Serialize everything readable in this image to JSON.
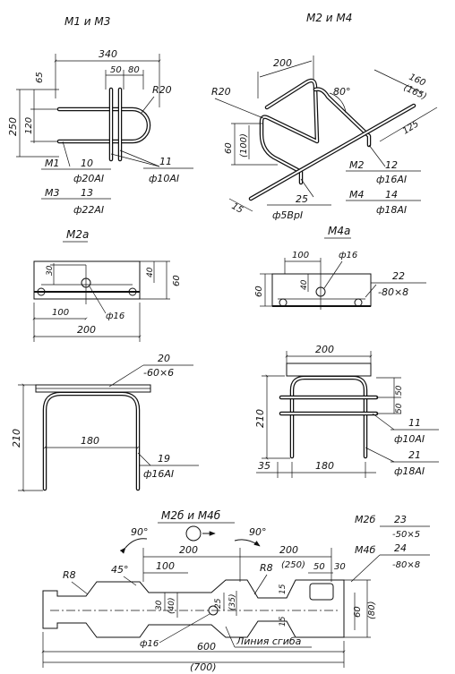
{
  "titles": {
    "m1m3": "М1 и М3",
    "m2m4": "М2 и М4",
    "m2a": "М2а",
    "m4a": "М4а",
    "m2b_m4b": "М2б и М4б"
  },
  "m1m3": {
    "dims": {
      "d340": "340",
      "d50": "50",
      "d80": "80",
      "d65": "65",
      "d250": "250",
      "d120": "120",
      "r20": "R20"
    },
    "labels": {
      "m1": "М1",
      "m1_pos": "10",
      "m1_bar": "ф20АI",
      "m3": "М3",
      "m3_pos": "13",
      "m3_bar": "ф22АI",
      "pos11": "11",
      "bar11": "ф10АI"
    }
  },
  "m2m4": {
    "dims": {
      "d200": "200",
      "d160": "160",
      "d165": "(165)",
      "a80": "80°",
      "r20": "R20",
      "d60": "60",
      "d100": "(100)",
      "d125": "125",
      "d15": "15"
    },
    "labels": {
      "m2": "М2",
      "m2_pos": "12",
      "m2_bar": "ф16АI",
      "m4": "М4",
      "m4_pos": "14",
      "m4_bar": "ф18АI",
      "pos25": "25",
      "bar25": "ф5ВрI"
    }
  },
  "m2a": {
    "dims": {
      "d30": "30",
      "d40": "40",
      "d60": "60",
      "d100": "100",
      "d200": "200",
      "f16": "ф16"
    }
  },
  "m4a": {
    "dims": {
      "d100": "100",
      "f16": "ф16",
      "d60": "60",
      "d40": "40"
    },
    "labels": {
      "pos22": "22",
      "plate22": "-80×8"
    }
  },
  "m2_front": {
    "labels": {
      "pos20": "20",
      "plate20": "-60×6",
      "d210": "210",
      "d180": "180",
      "pos19": "19",
      "bar19": "ф16АI"
    }
  },
  "m4_front": {
    "labels": {
      "d200": "200",
      "d210": "210",
      "d35": "35",
      "d180": "180",
      "d50a": "50",
      "d50b": "50",
      "pos11": "11",
      "bar11": "ф10АI",
      "pos21": "21",
      "bar21": "ф18АI"
    }
  },
  "m2b": {
    "dims": {
      "a90l": "90°",
      "a90r": "90°",
      "d200": "200",
      "d200b": "200",
      "d250": "(250)",
      "d50": "50",
      "d30": "30",
      "r8l": "R8",
      "r8r": "R8",
      "a45": "45°",
      "d100": "100",
      "d30b": "30",
      "d40": "(40)",
      "d25": "25",
      "d35": "(35)",
      "d15a": "15",
      "d15b": "15",
      "d60": "60",
      "d80": "(80)",
      "d600": "600",
      "d700": "(700)",
      "f16": "ф16"
    },
    "labels": {
      "bend": "Линия сгиба",
      "m2b": "М2б",
      "pos23": "23",
      "plate23": "-50×5",
      "m4b": "М4б",
      "pos24": "24",
      "plate24": "-80×8"
    }
  }
}
